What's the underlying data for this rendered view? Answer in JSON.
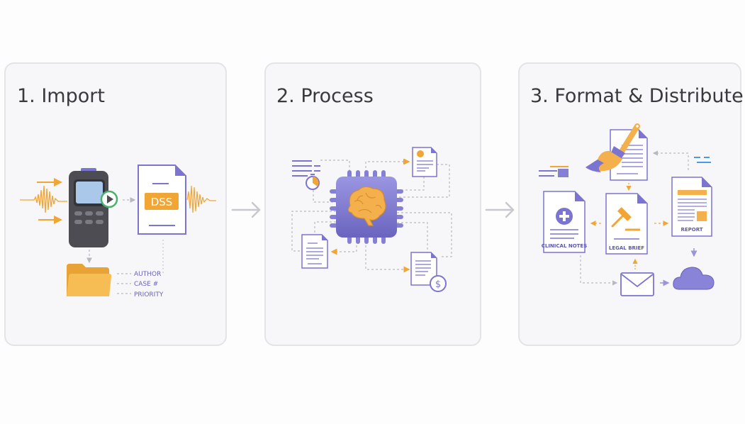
{
  "steps": [
    {
      "title": "1. Import"
    },
    {
      "title": "2. Process"
    },
    {
      "title": "3. Format & Distribute"
    }
  ],
  "import": {
    "file_badge": "DSS",
    "metadata": [
      "AUTHOR",
      "CASE #",
      "PRIORITY"
    ]
  },
  "distribute": {
    "docs": [
      "CLINICAL NOTES",
      "LEGAL BRIEF",
      "REPORT"
    ]
  },
  "colors": {
    "accent": "#7b74d0",
    "orange": "#f0a534",
    "green": "#4caf6e"
  }
}
